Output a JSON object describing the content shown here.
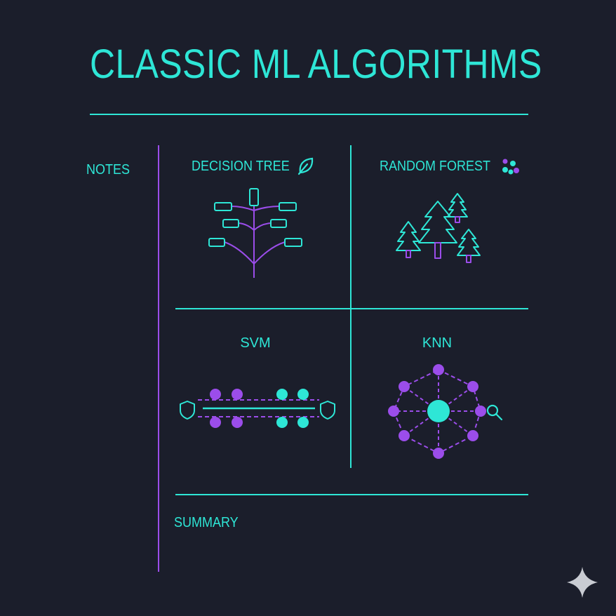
{
  "header": {
    "title": "CLASSIC ML ALGORITHMS"
  },
  "sidebar": {
    "label": "NOTES"
  },
  "panels": {
    "decision_tree": {
      "label": "DECISION TREE",
      "icon": "leaf-icon"
    },
    "random_forest": {
      "label": "RANDOM FOREST",
      "icon": "cluster-dots-icon"
    },
    "svm": {
      "label": "SVM",
      "icon": "shield-icon"
    },
    "knn": {
      "label": "KNN",
      "icon": "magnifier-icon"
    }
  },
  "footer": {
    "label": "SUMMARY"
  },
  "colors": {
    "background": "#1b1e2b",
    "teal": "#2ee6d6",
    "purple": "#9b4dea",
    "sparkle": "#c9ccd3"
  }
}
